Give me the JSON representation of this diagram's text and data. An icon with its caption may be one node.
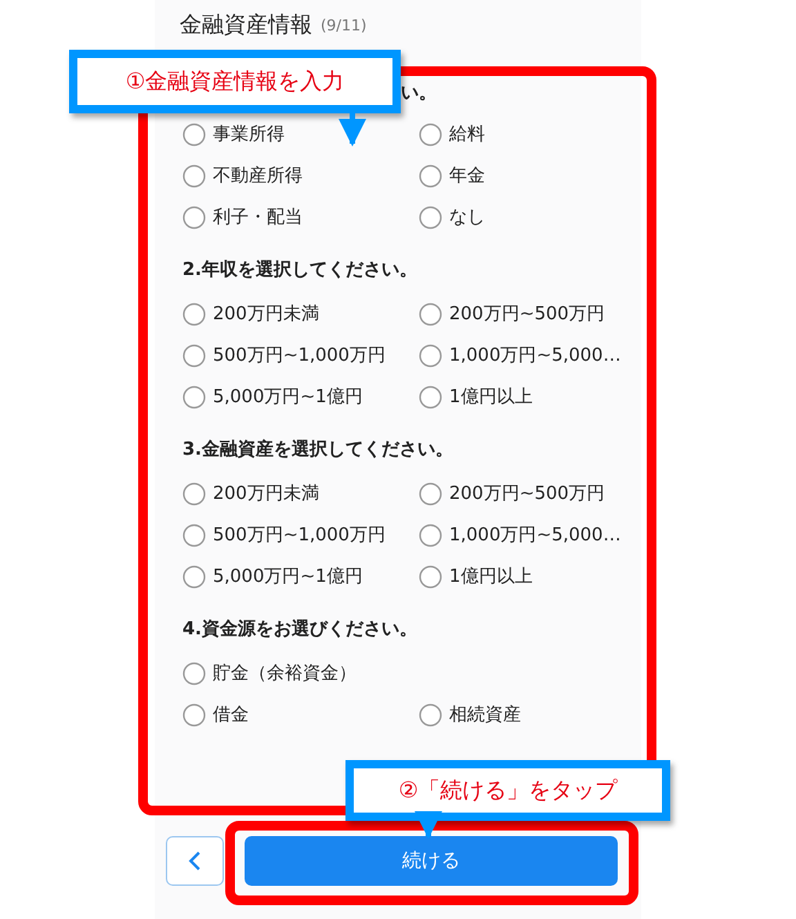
{
  "diagram": {
    "title": "金融資産情報",
    "nodes": [
      {
        "text": [
          "①金融資産情報を入力"
        ]
      },
      {
        "text": [],
        "shape": "box"
      },
      {
        "text": [
          "②「続ける」をタップ"
        ]
      },
      {
        "text": [],
        "shape": "box"
      },
      {
        "text": [
          "続ける"
        ],
        "in": 3
      }
    ],
    "edges": [
      {
        "from": 0,
        "to": null,
        "arrow": "to"
      },
      {
        "from": 2,
        "to": 4,
        "arrow": "to"
      }
    ],
    "labels": [
      "(9/11)",
      "い。",
      "事業所得",
      "給料",
      "不動産所得",
      "年金",
      "利子・配当",
      "なし",
      "2.年収を選択してください。",
      "200万円未満",
      "200万円~500万円",
      "500万円~1,000万円",
      "1,000万円~5,000…",
      "5,000万円~1億円",
      "1億円以上",
      "3.金融資産を選択してください。",
      "200万円未満",
      "200万円~500万円",
      "500万円~1,000万円",
      "1,000万円~5,000…",
      "5,000万円~1億円",
      "1億円以上",
      "4.資金源をお選びください。",
      "貯金（余裕資金）",
      "借金",
      "相続資産"
    ]
  }
}
